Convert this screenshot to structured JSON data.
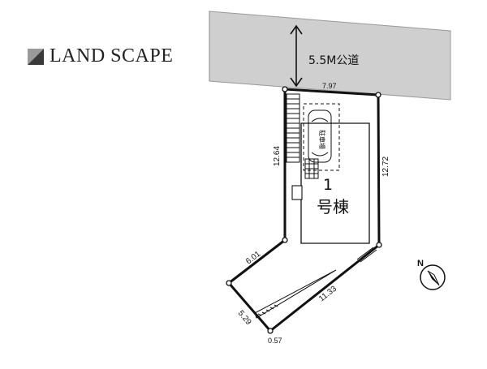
{
  "legend": {
    "label": "LAND SCAPE"
  },
  "road": {
    "label": "5.5M公道"
  },
  "building": {
    "number": "1",
    "suffix": "号棟"
  },
  "parking_label": "駐車場",
  "dimensions": {
    "front": "7.97",
    "left": "12.64",
    "right": "12.72",
    "upper_left_diag": "6.01",
    "lower_right_diag": "11.33",
    "bottom_left": "5.29",
    "bottom_tip": "0.57"
  },
  "colors": {
    "road_fill": "#cfcfcf",
    "line": "#111111",
    "legend_icon_dark": "#3a3a3a",
    "legend_icon_light": "#9a9a9a"
  },
  "icons": {
    "north_arrow": "north-arrow-icon",
    "legend_mark": "legend-square-icon"
  }
}
